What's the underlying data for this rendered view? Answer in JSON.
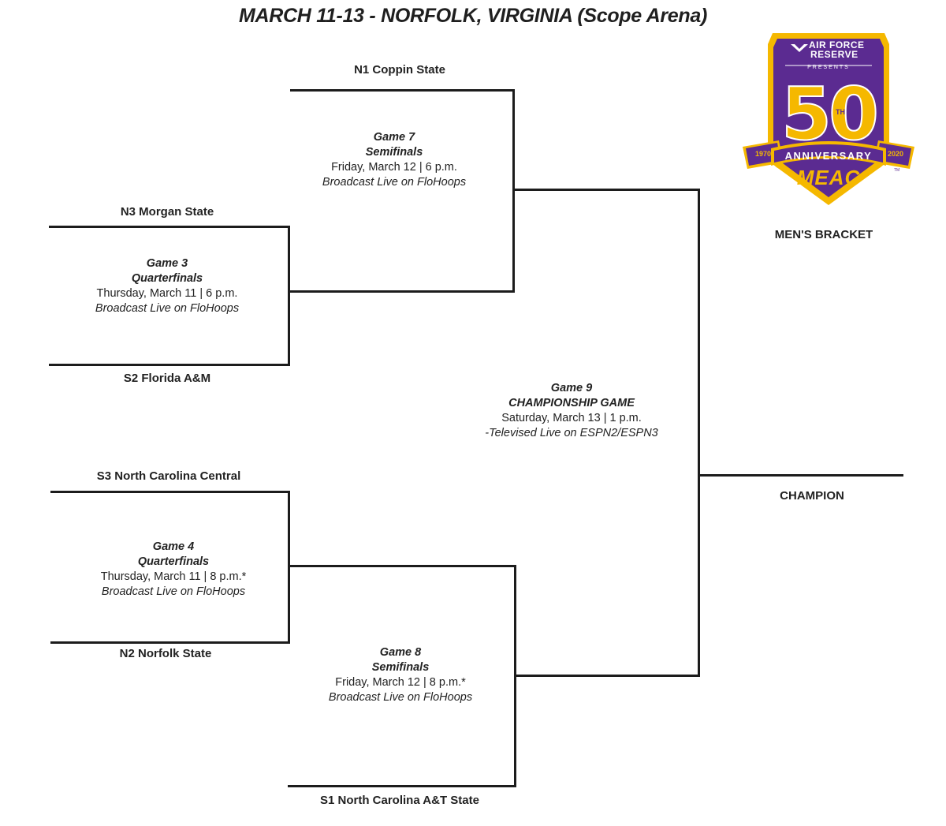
{
  "title": "MARCH 11-13 - NORFOLK, VIRGINIA (Scope Arena)",
  "bracket_label": "MEN'S BRACKET",
  "champion_label": "CHAMPION",
  "logo": {
    "sponsor_line1": "AIR FORCE",
    "sponsor_line2": "RESERVE",
    "presents": "PRESENTS",
    "big_number": "50",
    "th": "TH",
    "anniversary": "ANNIVERSARY",
    "year_start": "1970",
    "year_end": "2020",
    "conference": "MEAC",
    "tm": "TM",
    "colors": {
      "purple": "#5b2b91",
      "gold": "#f5b800",
      "white": "#ffffff"
    }
  },
  "teams": {
    "n1": "N1 Coppin State",
    "n3": "N3 Morgan State",
    "s2": "S2 Florida A&M",
    "s3": "S3 North Carolina Central",
    "n2": "N2 Norfolk State",
    "s1": "S1 North Carolina A&T State"
  },
  "games": {
    "g7": {
      "game": "Game 7",
      "round": "Semifinals",
      "date": "Friday, March 12 | 6 p.m.",
      "broadcast": "Broadcast Live on FloHoops"
    },
    "g3": {
      "game": "Game 3",
      "round": "Quarterfinals",
      "date": "Thursday, March 11 | 6 p.m.",
      "broadcast": "Broadcast Live on FloHoops"
    },
    "g9": {
      "game": "Game 9",
      "round": "CHAMPIONSHIP GAME",
      "date": "Saturday, March 13 | 1 p.m.",
      "broadcast": "-Televised Live on ESPN2/ESPN3"
    },
    "g4": {
      "game": "Game 4",
      "round": "Quarterfinals",
      "date": "Thursday, March 11 | 8 p.m.*",
      "broadcast": "Broadcast Live on FloHoops"
    },
    "g8": {
      "game": "Game 8",
      "round": "Semifinals",
      "date": "Friday, March 12 | 8 p.m.*",
      "broadcast": "Broadcast Live on FloHoops"
    }
  }
}
